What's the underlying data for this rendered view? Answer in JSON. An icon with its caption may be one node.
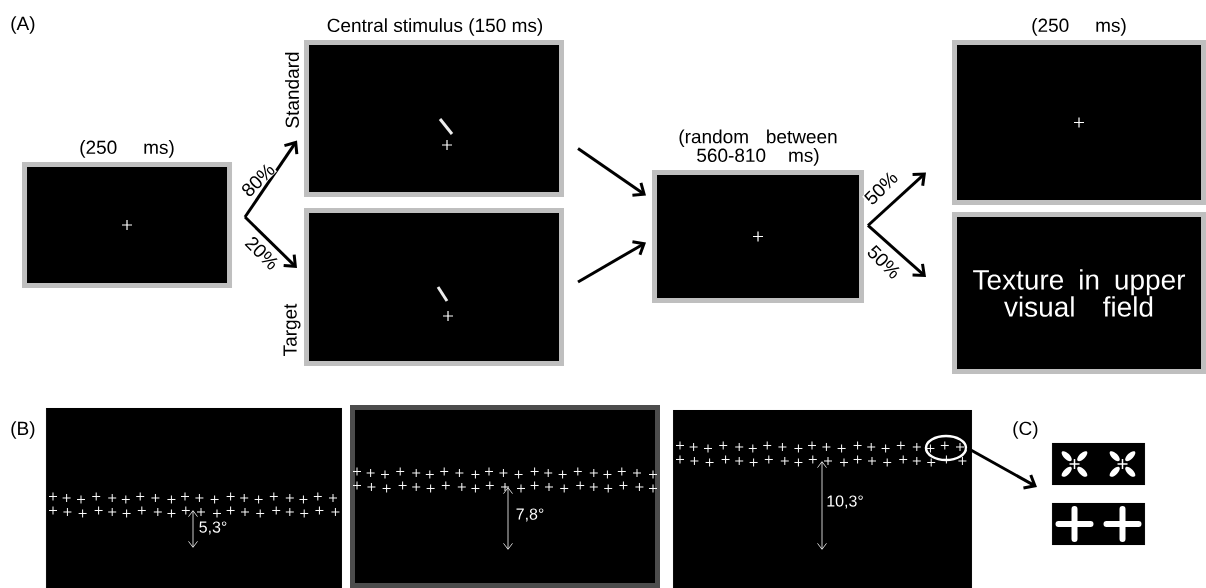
{
  "diagram": {
    "nodes": [
      {
        "text": [
          "(250 ms)"
        ]
      },
      {
        "text": [
          "Standard"
        ]
      },
      {
        "text": [
          "Target"
        ]
      },
      {
        "text": [
          "(random between 560-810 ms)"
        ]
      },
      {
        "text": [
          "(250 ms)"
        ]
      },
      {
        "text": [
          "Texture in upper visual field"
        ]
      },
      {
        "text": [
          "5,3°"
        ]
      },
      {
        "text": [
          "7,8°"
        ]
      },
      {
        "text": [
          "10,3°"
        ]
      },
      {
        "text": [],
        "shape": "circle",
        "in": 8
      },
      {
        "text": [],
        "shape": "picture"
      },
      {
        "text": [],
        "shape": "picture"
      }
    ],
    "edges": [
      {
        "from": 0,
        "to": 1,
        "arrow": "to",
        "label": "80%"
      },
      {
        "from": 0,
        "to": 2,
        "arrow": "to",
        "label": "20%"
      },
      {
        "from": 1,
        "to": 3,
        "arrow": "to"
      },
      {
        "from": 2,
        "to": 3,
        "arrow": "to"
      },
      {
        "from": 3,
        "to": 4,
        "arrow": "to",
        "label": "50%"
      },
      {
        "from": 3,
        "to": 5,
        "arrow": "to",
        "label": "50%"
      },
      {
        "from": 9,
        "to": 10,
        "arrow": "to"
      }
    ],
    "labels": [
      "(A)",
      "Central stimulus (150 ms)",
      "(B)",
      "(C)"
    ]
  }
}
